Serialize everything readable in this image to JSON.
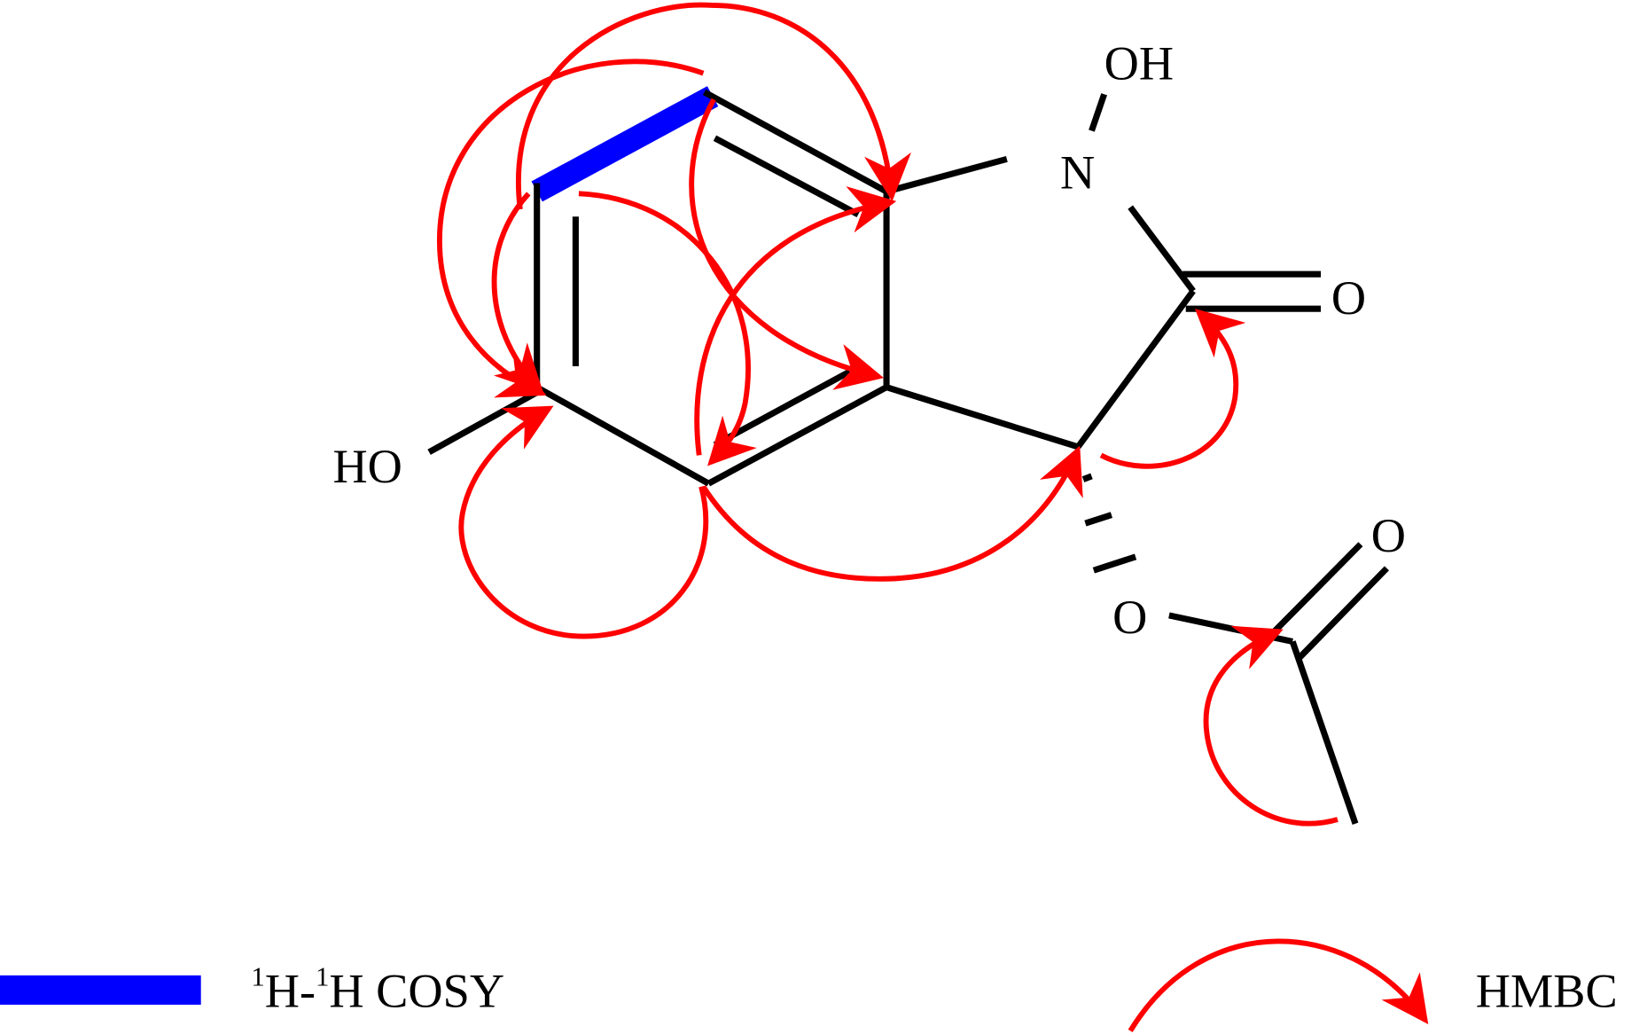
{
  "atoms": {
    "oh_top": "OH",
    "n": "N",
    "o_carbonyl": "O",
    "ho_left": "HO",
    "o_ester": "O",
    "o_acetyl": "O"
  },
  "legend": {
    "cosy_sup1": "1",
    "cosy_h1": "H-",
    "cosy_sup2": "1",
    "cosy_h2": "H COSY",
    "hmbc": "HMBC"
  },
  "colors": {
    "cosy": "#0000ff",
    "hmbc": "#ff0000",
    "bond": "#000000"
  }
}
